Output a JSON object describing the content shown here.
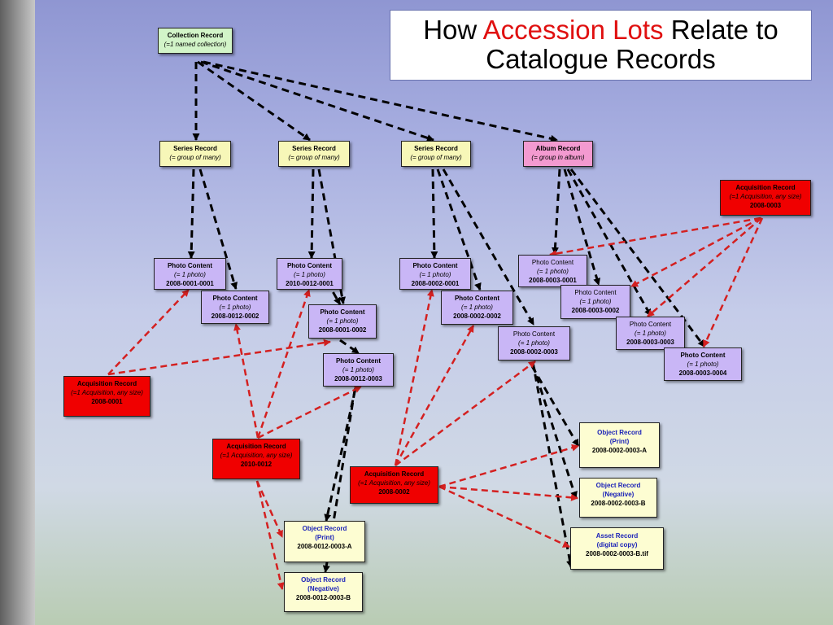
{
  "title": {
    "pre": "How ",
    "accent": "Accession Lots",
    "post": " Relate to Catalogue Records"
  },
  "colors": {
    "dependency_edge": "#000000",
    "accession_edge": "#d42020",
    "accent": "#e01010"
  },
  "nodes": {
    "collection": {
      "l1": "Collection Record",
      "l2": "(=1 named collection)"
    },
    "series1": {
      "l1": "Series Record",
      "l2": "(= group of many)"
    },
    "series2": {
      "l1": "Series Record",
      "l2": "(= group of many)"
    },
    "series3": {
      "l1": "Series Record",
      "l2": "(= group of many)"
    },
    "album": {
      "l1": "Album Record",
      "l2": "(= group in album)"
    },
    "p_0001_0001": {
      "l1": "Photo Content",
      "l2": "(= 1 photo)",
      "l3": "2008-0001-0001"
    },
    "p_0012_0002": {
      "l1": "Photo Content",
      "l2": "(= 1 photo)",
      "l3": "2008-0012-0002"
    },
    "p_2010_0012_0001": {
      "l1": "Photo Content",
      "l2": "(= 1 photo)",
      "l3": "2010-0012-0001"
    },
    "p_0001_0002": {
      "l1": "Photo Content",
      "l2": "(= 1 photo)",
      "l3": "2008-0001-0002"
    },
    "p_0012_0003": {
      "l1": "Photo Content",
      "l2": "(= 1 photo)",
      "l3": "2008-0012-0003"
    },
    "p_0002_0001": {
      "l1": "Photo Content",
      "l2": "(= 1 photo)",
      "l3": "2008-0002-0001"
    },
    "p_0002_0002": {
      "l1": "Photo Content",
      "l2": "(= 1 photo)",
      "l3": "2008-0002-0002"
    },
    "p_0002_0003": {
      "l1": "Photo Content",
      "l2": "(= 1 photo)",
      "l3": "2008-0002-0003"
    },
    "p_0003_0001": {
      "l1": "Photo Content",
      "l2": "(= 1 photo)",
      "l3": "2008-0003-0001"
    },
    "p_0003_0002": {
      "l1": "Photo Content",
      "l2": "(= 1 photo)",
      "l3": "2008-0003-0002"
    },
    "p_0003_0003": {
      "l1": "Photo Content",
      "l2": "(= 1 photo)",
      "l3": "2008-0003-0003"
    },
    "p_0003_0004": {
      "l1": "Photo Content",
      "l2": "(= 1 photo)",
      "l3": "2008-0003-0004"
    },
    "acq_0003": {
      "l1": "Acquisition Record",
      "l2": "(=1 Acquisition, any size)",
      "l3": "2008-0003"
    },
    "acq_0001": {
      "l1": "Acquisition Record",
      "l2": "(=1 Acquisition, any size)",
      "l3": "2008-0001"
    },
    "acq_2010_0012": {
      "l1": "Acquisition Record",
      "l2": "(=1 Acquisition, any size)",
      "l3": "2010-0012"
    },
    "acq_0002": {
      "l1": "Acquisition Record",
      "l2": "(=1 Acquisition, any size)",
      "l3": "2008-0002"
    },
    "obj_0002_0003_a": {
      "l1": "Object Record",
      "l2": "(Print)",
      "l3": "2008-0002-0003-A"
    },
    "obj_0002_0003_b": {
      "l1": "Object Record",
      "l2": "(Negative)",
      "l3": "2008-0002-0003-B"
    },
    "asset_0002_0003_b": {
      "l1": "Asset Record",
      "l2": "(digital copy)",
      "l3": "2008-0002-0003-B.tif"
    },
    "obj_0012_0003_a": {
      "l1": "Object Record",
      "l2": "(Print)",
      "l3": "2008-0012-0003-A"
    },
    "obj_0012_0003_b": {
      "l1": "Object Record",
      "l2": "(Negative)",
      "l3": "2008-0012-0003-B"
    }
  }
}
